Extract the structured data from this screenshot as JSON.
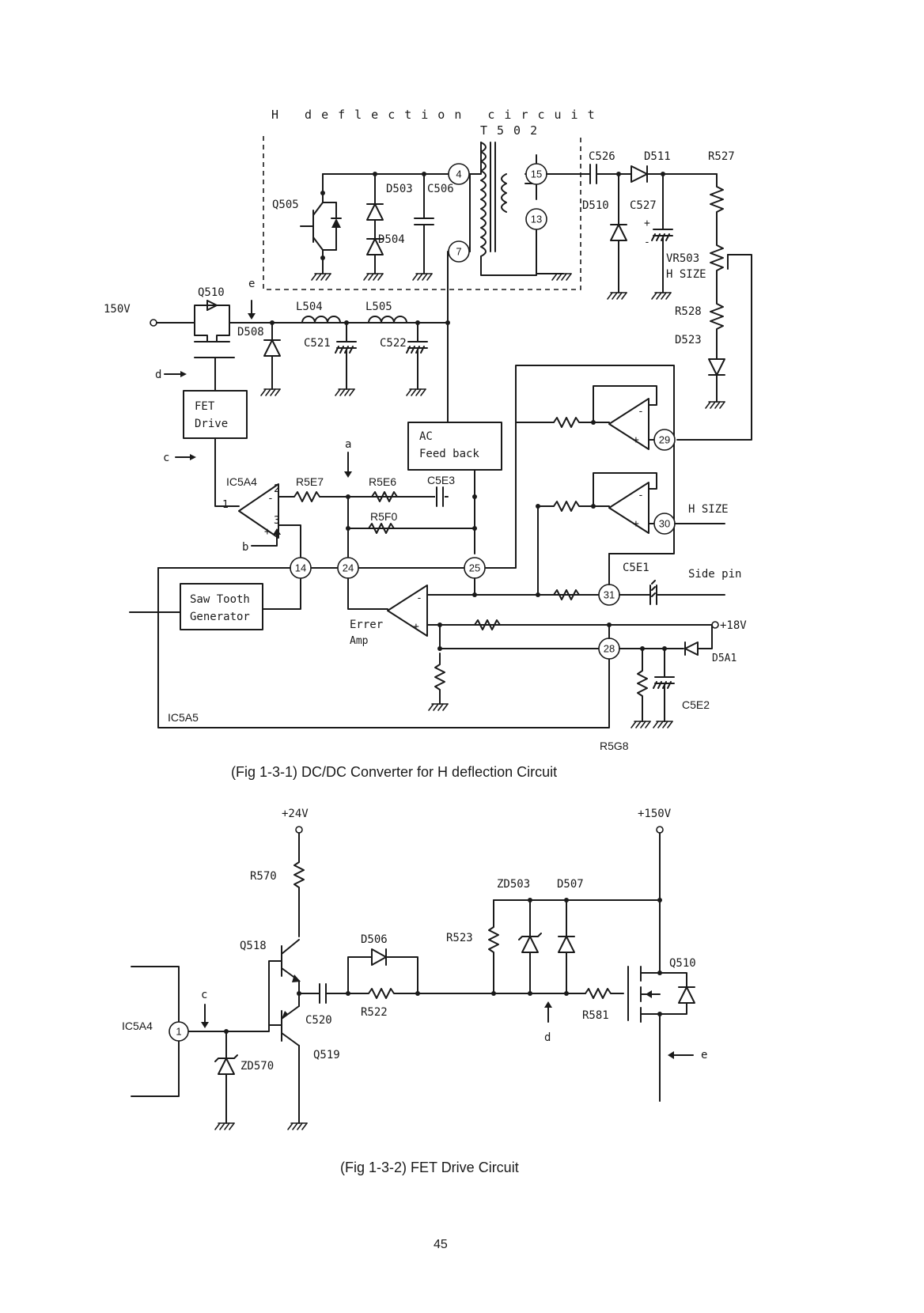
{
  "figure1": {
    "title_box": "H deflection circuit",
    "transformer": "T502",
    "input_voltage": "150V",
    "components": {
      "c526": "C526",
      "d511": "D511",
      "r527": "R527",
      "d510": "D510",
      "c527": "C527",
      "vr503": "VR503",
      "h_size_pot": "H SIZE",
      "r528": "R528",
      "d523": "D523",
      "q505": "Q505",
      "d503": "D503",
      "c506": "C506",
      "d504": "D504",
      "q510": "Q510",
      "d508": "D508",
      "l504": "L504",
      "l505": "L505",
      "c521": "C521",
      "c522": "C522",
      "fet_drive_1": "FET",
      "fet_drive_2": "Drive",
      "ac_feedback_1": "AC",
      "ac_feedback_2": "Feed back",
      "ic5a4": "IC5A4",
      "r5e7": "R5E7",
      "r5e6": "R5E6",
      "c5e3": "C5E3",
      "r5f0": "R5F0",
      "saw_1": "Saw Tooth",
      "saw_2": "Generator",
      "errer_1": "Errer",
      "errer_2": "Amp",
      "c5e1": "C5E1",
      "side_pin": "Side pin",
      "h_size_out": "H SIZE",
      "plus18v": "+18V",
      "d5a1": "D5A1",
      "c5e2": "C5E2",
      "r5g8": "R5G8",
      "ic5a5": "IC5A5"
    },
    "signal_labels": {
      "a": "a",
      "b": "b",
      "c": "c",
      "d": "d",
      "e": "e"
    },
    "op_pins": {
      "p1": "1",
      "p2": "2",
      "p3": "3"
    },
    "pins": {
      "p4": "4",
      "p7": "7",
      "p13": "13",
      "p15": "15",
      "p14": "14",
      "p24": "24",
      "p25": "25",
      "p28": "28",
      "p29": "29",
      "p30": "30",
      "p31": "31"
    },
    "caption": "(Fig 1-3-1) DC/DC Converter for H deflection Circuit"
  },
  "figure2": {
    "v24": "+24V",
    "v150": "+150V",
    "components": {
      "r570": "R570",
      "q518": "Q518",
      "d506": "D506",
      "r523": "R523",
      "zd503": "ZD503",
      "d507": "D507",
      "q510": "Q510",
      "ic5a4": "IC5A4",
      "c520": "C520",
      "r522": "R522",
      "r581": "R581",
      "q519": "Q519",
      "zd570": "ZD570"
    },
    "signal_labels": {
      "c": "c",
      "d": "d",
      "e": "e"
    },
    "pin1": "1",
    "caption": "(Fig 1-3-2) FET Drive Circuit"
  },
  "page_number": "45"
}
